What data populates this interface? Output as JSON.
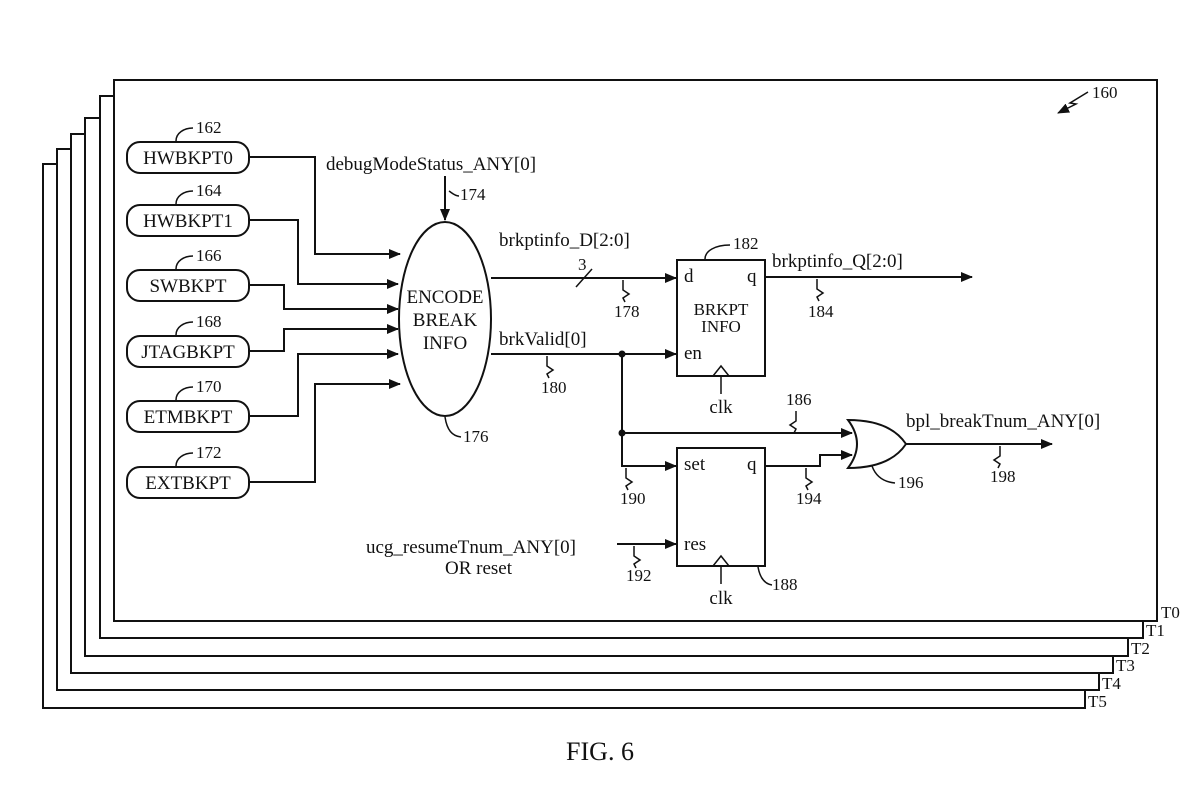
{
  "figure": {
    "caption": "FIG. 6",
    "ref_overall": "160",
    "thread_labels": [
      "T0",
      "T1",
      "T2",
      "T3",
      "T4",
      "T5"
    ]
  },
  "inputs": [
    {
      "label": "HWBKPT0",
      "ref": "162"
    },
    {
      "label": "HWBKPT1",
      "ref": "164"
    },
    {
      "label": "SWBKPT",
      "ref": "166"
    },
    {
      "label": "JTAGBKPT",
      "ref": "168"
    },
    {
      "label": "ETMBKPT",
      "ref": "170"
    },
    {
      "label": "EXTBKPT",
      "ref": "172"
    }
  ],
  "encoder": {
    "lines": [
      "ENCODE",
      "BREAK",
      "INFO"
    ],
    "ref": "176",
    "top_signal": "debugModeStatus_ANY[0]",
    "top_ref": "174"
  },
  "brkpt_reg": {
    "lines": [
      "BRKPT",
      "INFO"
    ],
    "ref": "182",
    "port_d": "d",
    "port_q": "q",
    "port_en": "en",
    "clk": "clk"
  },
  "signals": {
    "d_bus": "brkptinfo_D[2:0]",
    "d_bus_width": "3",
    "d_bus_ref": "178",
    "valid": "brkValid[0]",
    "valid_ref": "180",
    "q_bus": "brkptinfo_Q[2:0]",
    "q_bus_ref": "184",
    "or_in_ref": "186",
    "set_in_ref": "190",
    "sr_q_ref": "194",
    "resume": "ucg_resumeTnum_ANY[0]",
    "resume_2": "OR reset",
    "resume_ref": "192",
    "out": "bpl_breakTnum_ANY[0]",
    "out_ref": "198"
  },
  "sr_latch": {
    "port_set": "set",
    "port_q": "q",
    "port_res": "res",
    "clk": "clk",
    "ref": "188"
  },
  "or_gate": {
    "ref": "196"
  }
}
